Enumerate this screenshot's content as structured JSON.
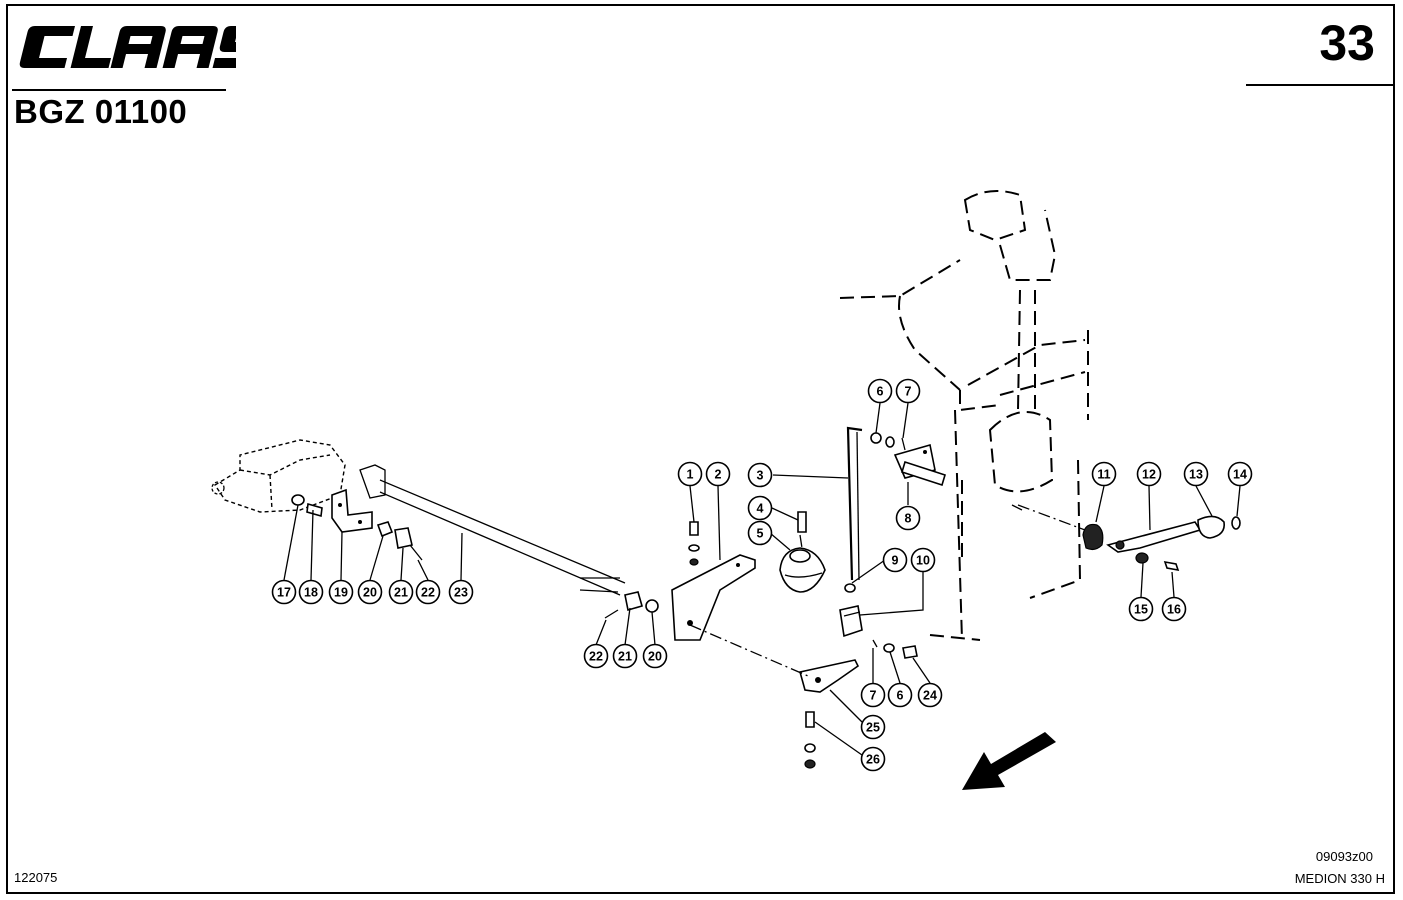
{
  "header": {
    "brand": "CLAAS",
    "doc_code": "BGZ 01100",
    "page_number": "33"
  },
  "footer": {
    "left_ref": "122075",
    "right_ref": "09093z00",
    "model": "MEDION 330 H"
  },
  "callouts": [
    "1",
    "2",
    "3",
    "4",
    "5",
    "6",
    "7",
    "8",
    "9",
    "10",
    "11",
    "12",
    "13",
    "14",
    "15",
    "16",
    "17",
    "18",
    "19",
    "20",
    "21",
    "22",
    "23",
    "24",
    "25",
    "26",
    "22",
    "21",
    "20",
    "7",
    "6"
  ]
}
